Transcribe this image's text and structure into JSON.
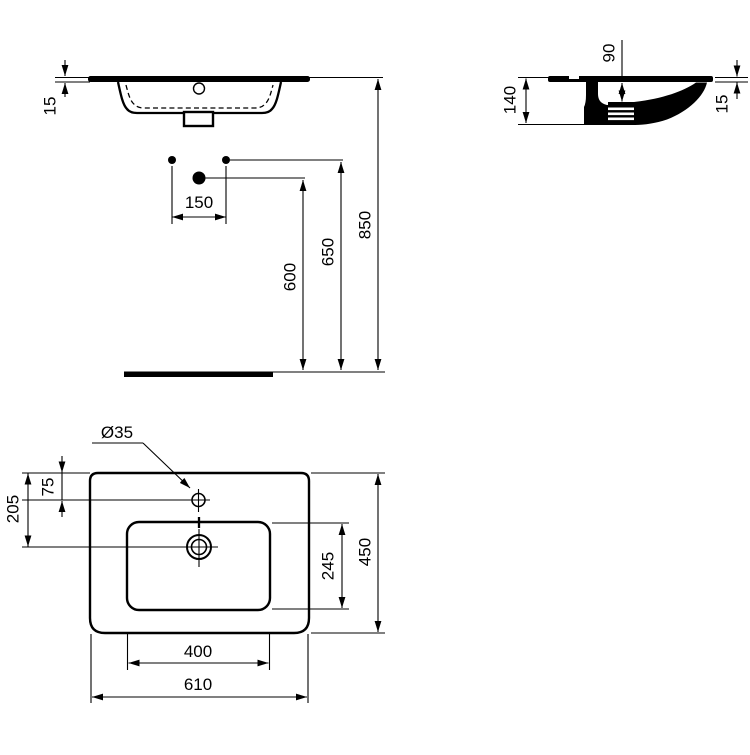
{
  "drawing": {
    "front": {
      "rim_thickness": "15",
      "hole_spacing": "150",
      "siphon_height": "600",
      "fixing_height": "650",
      "rim_height": "850"
    },
    "section": {
      "bowl_depth": "90",
      "overall_height": "140",
      "rim_thickness": "15"
    },
    "plan": {
      "tap_hole_diameter": "Ø35",
      "tap_hole_offset": "75",
      "drain_offset": "205",
      "bowl_depth": "245",
      "overall_depth": "450",
      "bowl_width": "400",
      "overall_width": "610"
    }
  }
}
